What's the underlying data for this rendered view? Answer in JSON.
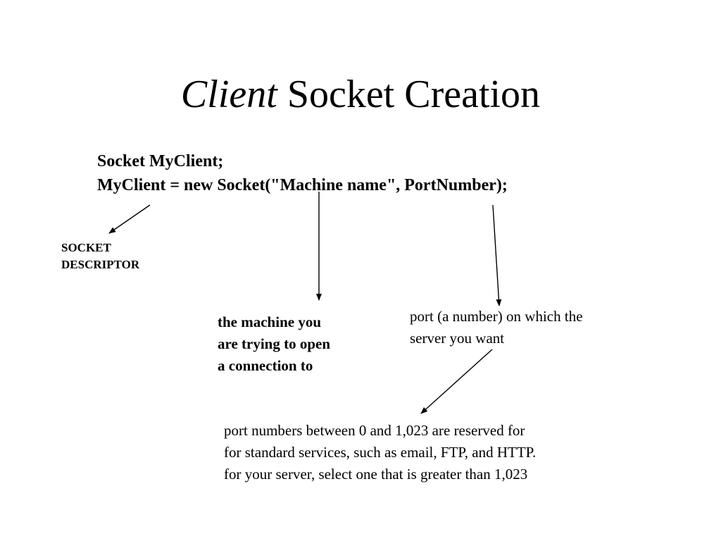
{
  "title": {
    "italic_part": "Client",
    "rest": " Socket Creation"
  },
  "code": {
    "line1": "Socket MyClient;",
    "line2": "MyClient = new Socket(\"Machine name\", PortNumber);"
  },
  "socket_descriptor_label": {
    "line1": "SOCKET",
    "line2": "DESCRIPTOR"
  },
  "machine_label": {
    "line1": "the machine you",
    "line2": "are trying to open",
    "line3": "a connection to"
  },
  "port_label": {
    "line1": "port (a number) on which the",
    "line2": "server you want"
  },
  "port_note": {
    "line1": "port numbers between 0 and 1,023 are reserved for",
    "line2": "for standard services, such as email, FTP, and HTTP.",
    "line3": "for your server, select one that is greater than 1,023"
  }
}
